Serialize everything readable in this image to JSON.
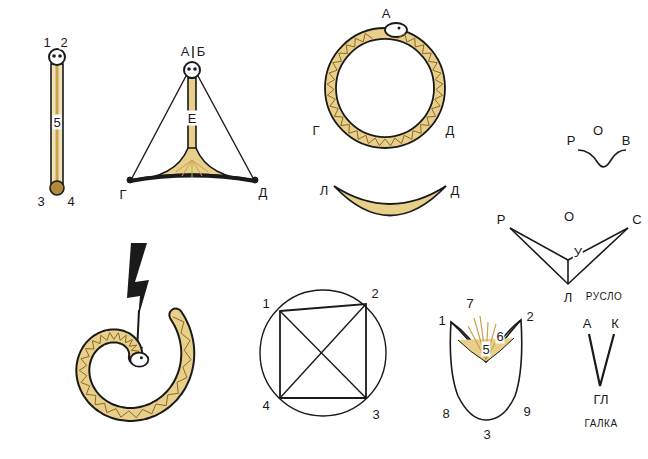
{
  "diagram": {
    "labels": [
      "1",
      "2",
      "5",
      "3",
      "4",
      "А",
      "Б",
      "Е",
      "Г",
      "Д",
      "А",
      "Г",
      "Д",
      "Л",
      "Д",
      "Р",
      "О",
      "В",
      "Р",
      "О",
      "С",
      "У",
      "Л",
      "РУСЛО",
      "1",
      "2",
      "3",
      "4",
      "7",
      "6",
      "5",
      "1",
      "2",
      "8",
      "9",
      "3",
      "А",
      "К",
      "ГЛ",
      "ГАЛКА"
    ]
  }
}
